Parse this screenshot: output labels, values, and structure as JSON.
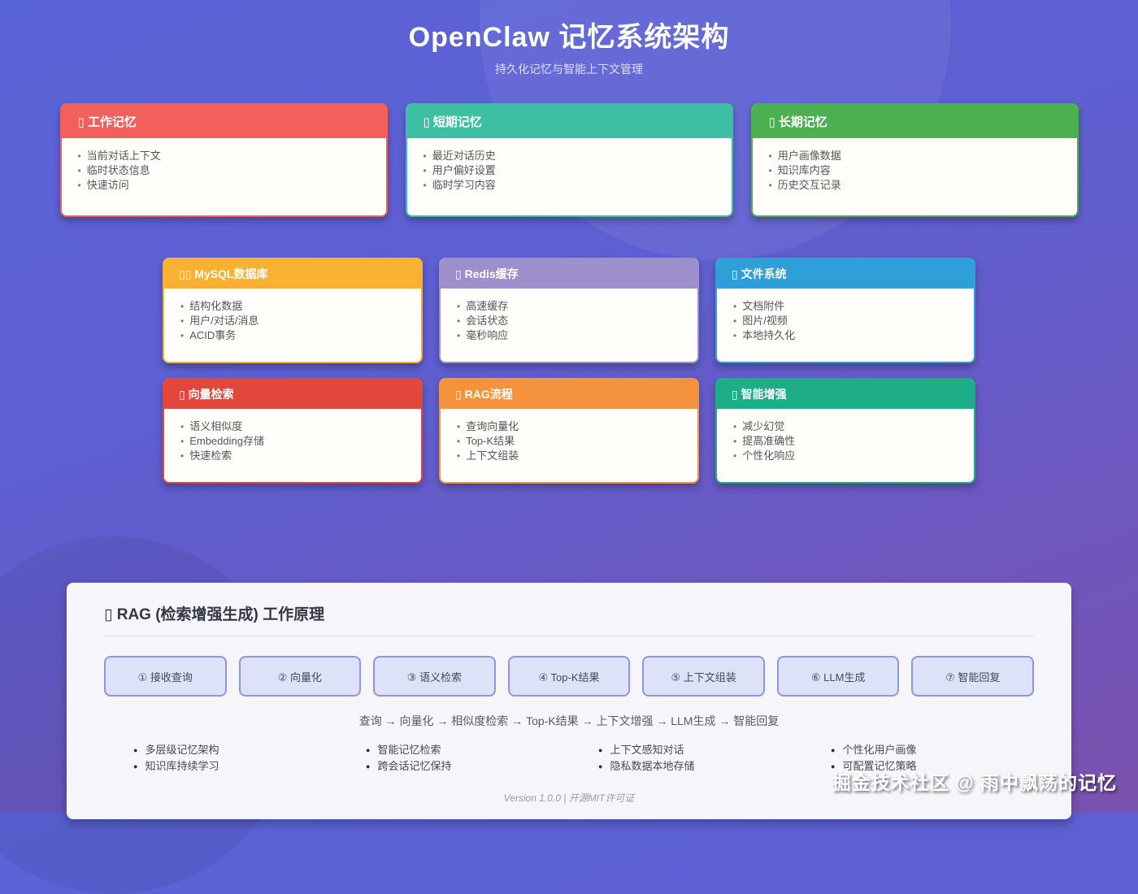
{
  "header": {
    "title": "OpenClaw 记忆系统架构",
    "subtitle": "持久化记忆与智能上下文管理"
  },
  "cards": [
    {
      "title": "▯ 工作记忆",
      "accent": "#f3605c",
      "items": [
        "当前对话上下文",
        "临时状态信息",
        "快速访问"
      ]
    },
    {
      "title": "▯ 短期记忆",
      "accent": "#3cbfa3",
      "items": [
        "最近对话历史",
        "用户偏好设置",
        "临时学习内容"
      ]
    },
    {
      "title": "▯ 长期记忆",
      "accent": "#4caf50",
      "items": [
        "用户画像数据",
        "知识库内容",
        "历史交互记录"
      ]
    },
    {
      "title": "▯▯ MySQL数据库",
      "accent": "#f8b133",
      "items": [
        "结构化数据",
        "用户/对话/消息",
        "ACID事务"
      ]
    },
    {
      "title": "▯ Redis缓存",
      "accent": "#9d8fcb",
      "items": [
        "高速缓存",
        "会话状态",
        "毫秒响应"
      ]
    },
    {
      "title": "▯ 文件系统",
      "accent": "#2f9fd9",
      "items": [
        "文档附件",
        "图片/视频",
        "本地持久化"
      ]
    },
    {
      "title": "▯ 向量检索",
      "accent": "#e2473d",
      "items": [
        "语义相似度",
        "Embedding存储",
        "快速检索"
      ]
    },
    {
      "title": "▯ RAG流程",
      "accent": "#f5923e",
      "items": [
        "查询向量化",
        "Top-K结果",
        "上下文组装"
      ]
    },
    {
      "title": "▯ 智能增强",
      "accent": "#1ead89",
      "items": [
        "减少幻觉",
        "提高准确性",
        "个性化响应"
      ]
    }
  ],
  "rag": {
    "title": "▯ RAG (检索增强生成) 工作原理",
    "steps": [
      "① 接收查询",
      "② 向量化",
      "③ 语义检索",
      "④ Top-K结果",
      "⑤ 上下文组装",
      "⑥ LLM生成",
      "⑦ 智能回复"
    ],
    "flow": "查询 → 向量化 → 相似度检索 → Top-K结果 → 上下文增强 → LLM生成 → 智能回复",
    "features": [
      [
        "多层级记忆架构",
        "知识库持续学习"
      ],
      [
        "智能记忆检索",
        "跨会话记忆保持"
      ],
      [
        "上下文感知对话",
        "隐私数据本地存储"
      ],
      [
        "个性化用户画像",
        "可配置记忆策略"
      ]
    ],
    "footer": "Version 1.0.0 | 开源MIT许可证"
  },
  "watermark": {
    "text": "掘金技术社区 @ 雨中飘荡的记忆"
  }
}
